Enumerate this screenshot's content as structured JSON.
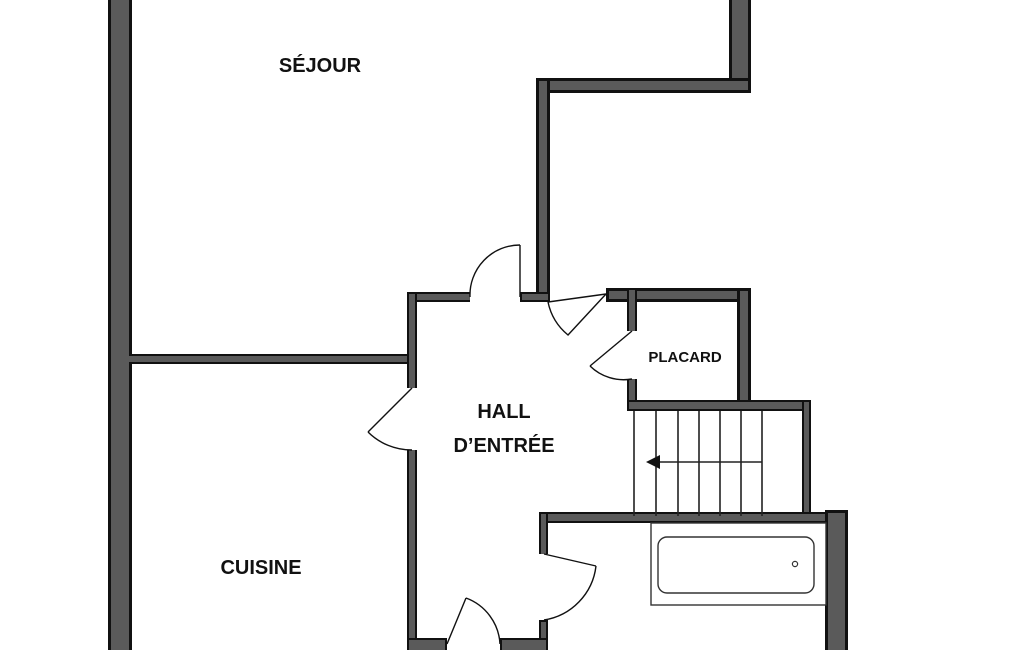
{
  "rooms": {
    "sejour": "SÉJOUR",
    "cuisine": "CUISINE",
    "hall_line1": "HALL",
    "hall_line2": "D’ENTRÉE",
    "placard": "PLACARD"
  },
  "colors": {
    "wall_outline": "#111111",
    "wall_fill": "#5a5a5a",
    "background": "#ffffff"
  },
  "icons": {
    "stairs_direction": "arrow-left-icon",
    "bathtub": "bathtub-icon"
  }
}
